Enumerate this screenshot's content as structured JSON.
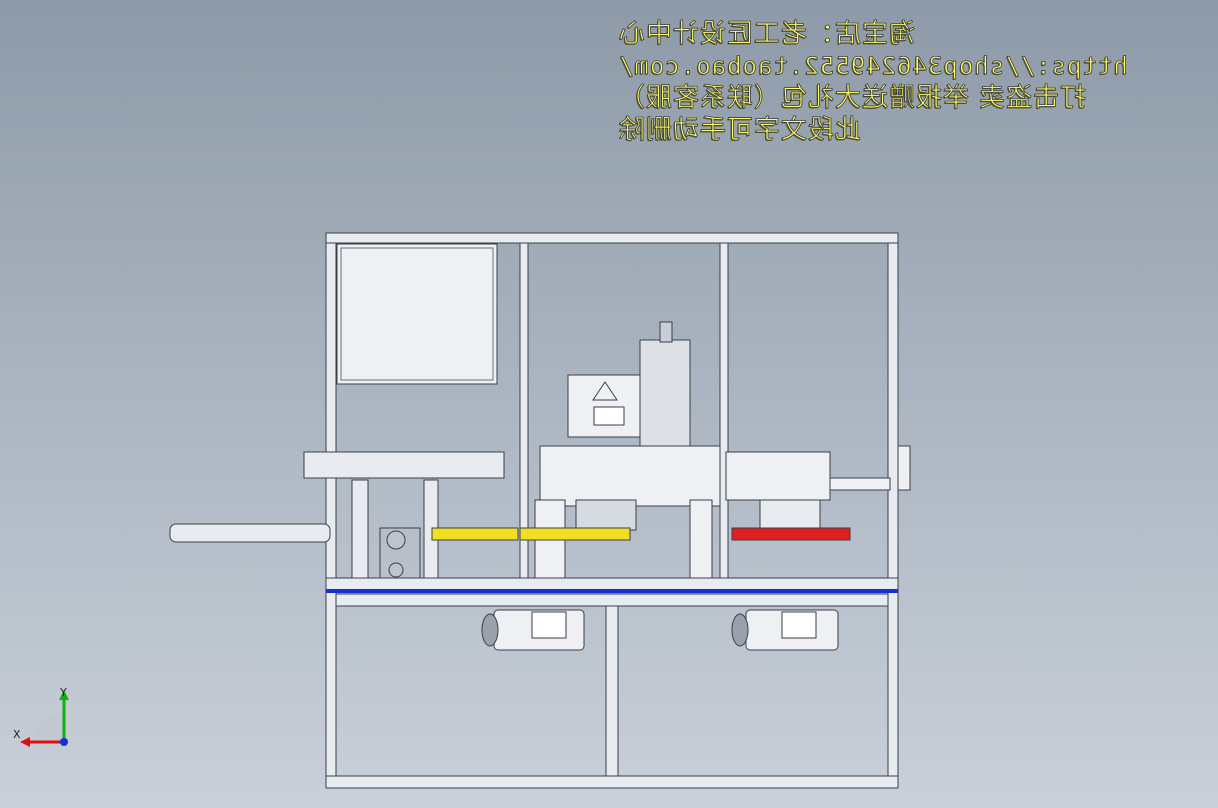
{
  "watermark": {
    "line1": "淘宝店：老工匠设计中心",
    "line2": "https://shop346249552.taobao.com/",
    "line3": "打击盗卖 举报赠送大礼包（联系客服）",
    "line4": "此段文字可手动删除"
  },
  "axes": {
    "y_label": "Y",
    "x_label": "X"
  },
  "colors": {
    "background_top": "#8e9aa8",
    "background_bottom": "#c9d0d9",
    "frame": "#e8ecf0",
    "frame_edge": "#3a3f48",
    "accent_blue": "#1a2fd0",
    "accent_yellow": "#f2e020",
    "accent_red": "#e02020",
    "watermark": "#ffff66"
  }
}
